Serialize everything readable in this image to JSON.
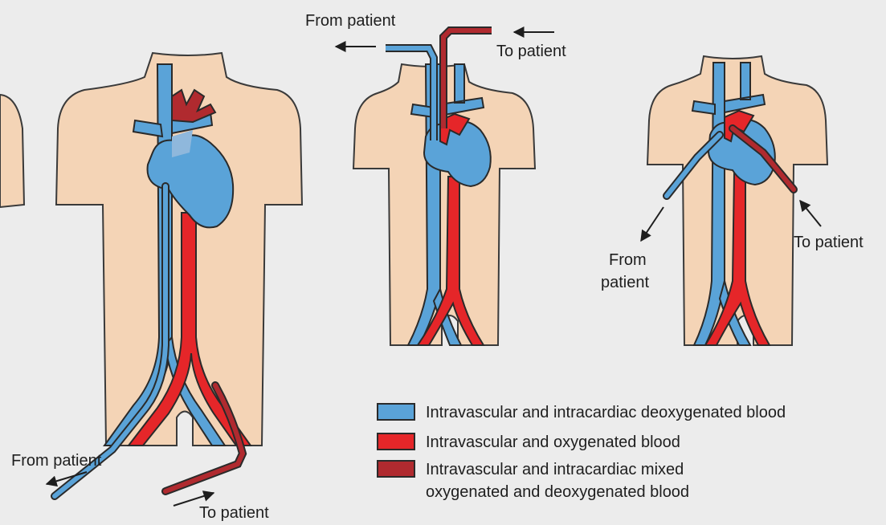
{
  "colors": {
    "skin": "#f4d4b6",
    "skin_outline": "#3a3a3a",
    "deoxygenated": "#5aa3d8",
    "oxygenated": "#e52629",
    "mixed": "#b02a2f",
    "outline": "#2a2a2a",
    "background": "#ececec"
  },
  "figures": {
    "femoral": {
      "from_label": "From patient",
      "to_label": "To patient"
    },
    "central": {
      "from_label": "From patient",
      "to_label": "To patient"
    },
    "jugular": {
      "from_label_line1": "From",
      "from_label_line2": "patient",
      "to_label": "To patient"
    }
  },
  "legend": {
    "items": [
      {
        "color": "#5aa3d8",
        "line1": "Intravascular and intracardiac deoxygenated blood",
        "line2": ""
      },
      {
        "color": "#e52629",
        "line1": "Intravascular and oxygenated blood",
        "line2": ""
      },
      {
        "color": "#b02a2f",
        "line1": "Intravascular and intracardiac mixed",
        "line2": "oxygenated and deoxygenated blood"
      }
    ]
  }
}
